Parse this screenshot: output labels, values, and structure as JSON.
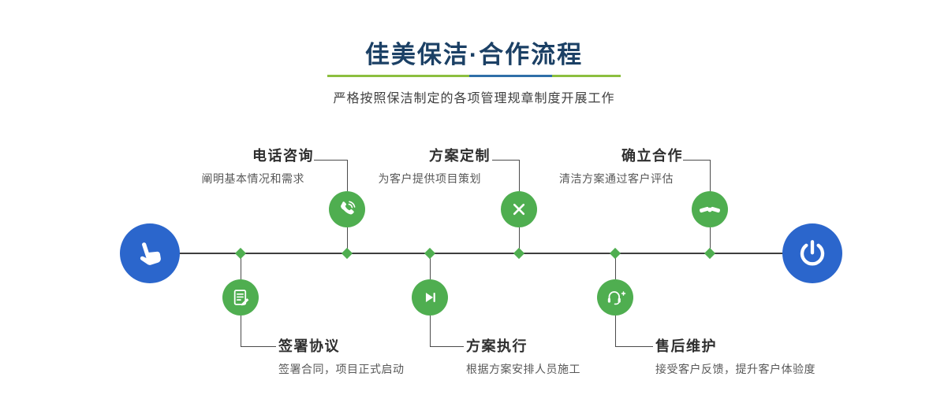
{
  "header": {
    "title": "佳美保洁·合作流程",
    "subtitle": "严格按照保洁制定的各项管理规章制度开展工作"
  },
  "colors": {
    "green": "#4FAE50",
    "blue": "#2B66CC",
    "line": "#4b4b4b",
    "title": "#1B4065",
    "underline_green": "#8CBF3F",
    "underline_blue": "#2F6FA8"
  },
  "endpoints": {
    "start_icon": "hand-pointer-icon",
    "end_icon": "power-icon"
  },
  "steps": [
    {
      "title": "签署协议",
      "description": "签署合同，项目正式启动",
      "icon": "contract-icon",
      "row": "bottom"
    },
    {
      "title": "电话咨询",
      "description": "阐明基本情况和需求",
      "icon": "phone-icon",
      "row": "top"
    },
    {
      "title": "方案执行",
      "description": "根据方案安排人员施工",
      "icon": "play-icon",
      "row": "bottom"
    },
    {
      "title": "方案定制",
      "description": "为客户提供项目策划",
      "icon": "design-icon",
      "row": "top"
    },
    {
      "title": "售后维护",
      "description": "接受客户反馈，提升客户体验度",
      "icon": "headset-icon",
      "row": "bottom"
    },
    {
      "title": "确立合作",
      "description": "清洁方案通过客户评估",
      "icon": "handshake-icon",
      "row": "top"
    }
  ]
}
